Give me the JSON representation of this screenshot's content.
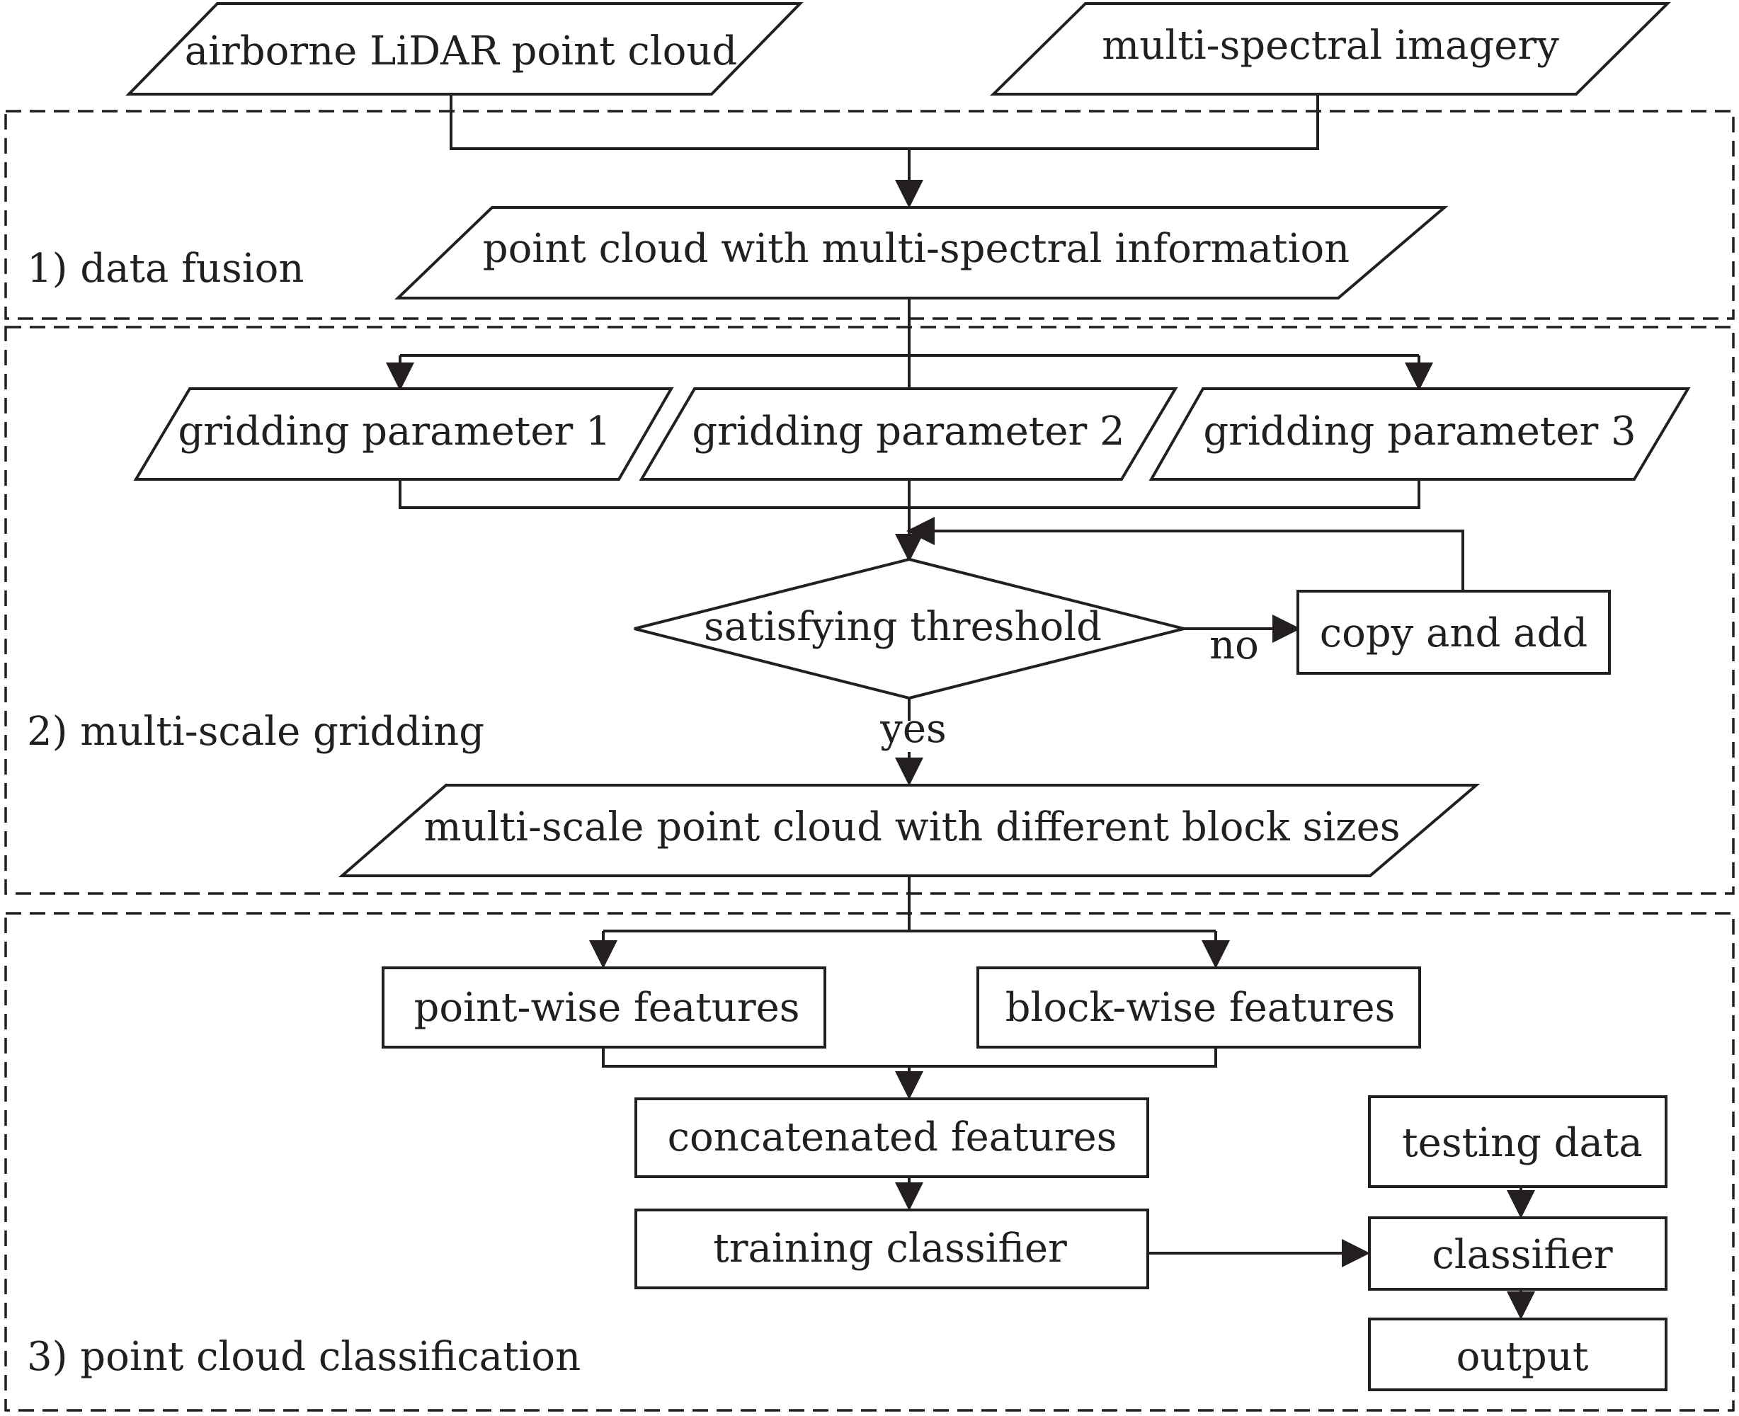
{
  "inputs": {
    "lidar": "airborne LiDAR point cloud",
    "imagery": "multi-spectral imagery"
  },
  "sections": {
    "fusion": "1) data fusion",
    "gridding": "2) multi-scale gridding",
    "classification": "3) point cloud classification"
  },
  "nodes": {
    "fused": "point cloud with multi-spectral information",
    "grid1": "gridding parameter 1",
    "grid2": "gridding parameter 2",
    "grid3": "gridding parameter 3",
    "threshold": "satisfying threshold",
    "copy_add": "copy and add",
    "multiscale": "multi-scale point cloud with different block sizes",
    "point_features": "point-wise features",
    "block_features": "block-wise features",
    "concat": "concatenated features",
    "training": "training classifier",
    "testing": "testing data",
    "classifier": "classifier",
    "output": "output"
  },
  "edge_labels": {
    "no": "no",
    "yes": "yes"
  }
}
